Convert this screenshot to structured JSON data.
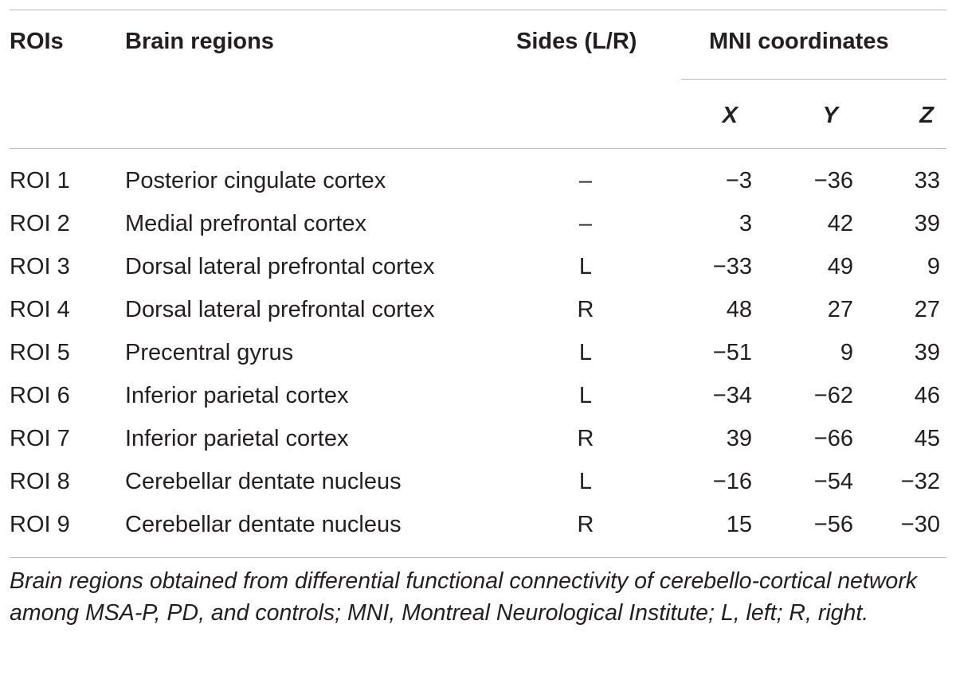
{
  "table": {
    "headers": {
      "rois": "ROIs",
      "brain_regions": "Brain regions",
      "sides": "Sides (L/R)",
      "mni": "MNI coordinates",
      "x": "X",
      "y": "Y",
      "z": "Z"
    },
    "rows": [
      {
        "roi": "ROI 1",
        "region": "Posterior cingulate cortex",
        "side": "–",
        "x": "−3",
        "y": "−36",
        "z": "33"
      },
      {
        "roi": "ROI 2",
        "region": "Medial prefrontal cortex",
        "side": "–",
        "x": "3",
        "y": "42",
        "z": "39"
      },
      {
        "roi": "ROI 3",
        "region": "Dorsal lateral prefrontal cortex",
        "side": "L",
        "x": "−33",
        "y": "49",
        "z": "9"
      },
      {
        "roi": "ROI 4",
        "region": "Dorsal lateral prefrontal cortex",
        "side": "R",
        "x": "48",
        "y": "27",
        "z": "27"
      },
      {
        "roi": "ROI 5",
        "region": "Precentral gyrus",
        "side": "L",
        "x": "−51",
        "y": "9",
        "z": "39"
      },
      {
        "roi": "ROI 6",
        "region": "Inferior parietal cortex",
        "side": "L",
        "x": "−34",
        "y": "−62",
        "z": "46"
      },
      {
        "roi": "ROI 7",
        "region": "Inferior parietal cortex",
        "side": "R",
        "x": "39",
        "y": "−66",
        "z": "45"
      },
      {
        "roi": "ROI 8",
        "region": "Cerebellar dentate nucleus",
        "side": "L",
        "x": "−16",
        "y": "−54",
        "z": "−32"
      },
      {
        "roi": "ROI 9",
        "region": "Cerebellar dentate nucleus",
        "side": "R",
        "x": "15",
        "y": "−56",
        "z": "−30"
      }
    ],
    "footnote": "Brain regions obtained from differential functional connectivity of cerebello-cortical network among MSA-P, PD, and controls; MNI, Montreal Neurological Institute; L, left; R, right."
  }
}
